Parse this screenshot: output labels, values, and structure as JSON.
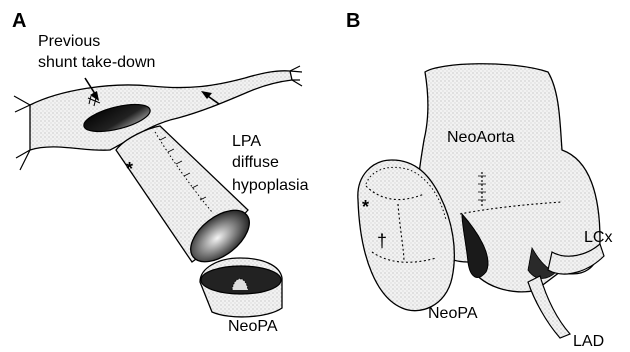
{
  "panels": {
    "a": {
      "letter": "A",
      "labels": {
        "shunt_line1": "Previous",
        "shunt_line2": "shunt take-down",
        "lpa_line1": "LPA",
        "lpa_line2": "diffuse",
        "lpa_line3": "hypoplasia",
        "asterisk": "*",
        "neopa": "NeoPA"
      }
    },
    "b": {
      "letter": "B",
      "labels": {
        "neoaorta": "NeoAorta",
        "asterisk": "*",
        "dagger": "†",
        "lcx": "LCx",
        "neopa": "NeoPA",
        "lad": "LAD"
      }
    }
  }
}
